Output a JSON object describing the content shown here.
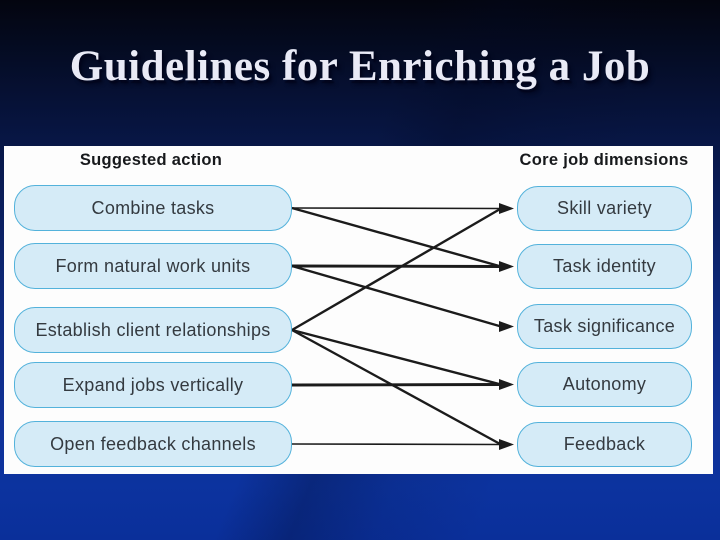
{
  "slide": {
    "title": "Guidelines for Enriching a Job"
  },
  "diagram": {
    "left_header": "Suggested action",
    "right_header": "Core job dimensions",
    "left_items": [
      "Combine tasks",
      "Form natural work units",
      "Establish client relationships",
      "Expand jobs vertically",
      "Open feedback channels"
    ],
    "right_items": [
      "Skill variety",
      "Task identity",
      "Task significance",
      "Autonomy",
      "Feedback"
    ],
    "connections": [
      {
        "from": 0,
        "to": 0,
        "weight": "thin"
      },
      {
        "from": 0,
        "to": 1,
        "weight": "regular"
      },
      {
        "from": 1,
        "to": 1,
        "weight": "thick"
      },
      {
        "from": 1,
        "to": 2,
        "weight": "regular"
      },
      {
        "from": 2,
        "to": 0,
        "weight": "regular"
      },
      {
        "from": 2,
        "to": 3,
        "weight": "regular"
      },
      {
        "from": 2,
        "to": 4,
        "weight": "regular"
      },
      {
        "from": 3,
        "to": 3,
        "weight": "thick"
      },
      {
        "from": 4,
        "to": 4,
        "weight": "thin"
      }
    ]
  },
  "colors": {
    "background_top": "#03050f",
    "background_bottom": "#0a2f9a",
    "title_text": "#e9eaf6",
    "panel_background": "#fdfdfd",
    "box_fill": "#d5ebf7",
    "box_border": "#53b2db",
    "box_text": "#343a40",
    "header_text": "#17191c",
    "arrow": "#1b1b1b"
  }
}
